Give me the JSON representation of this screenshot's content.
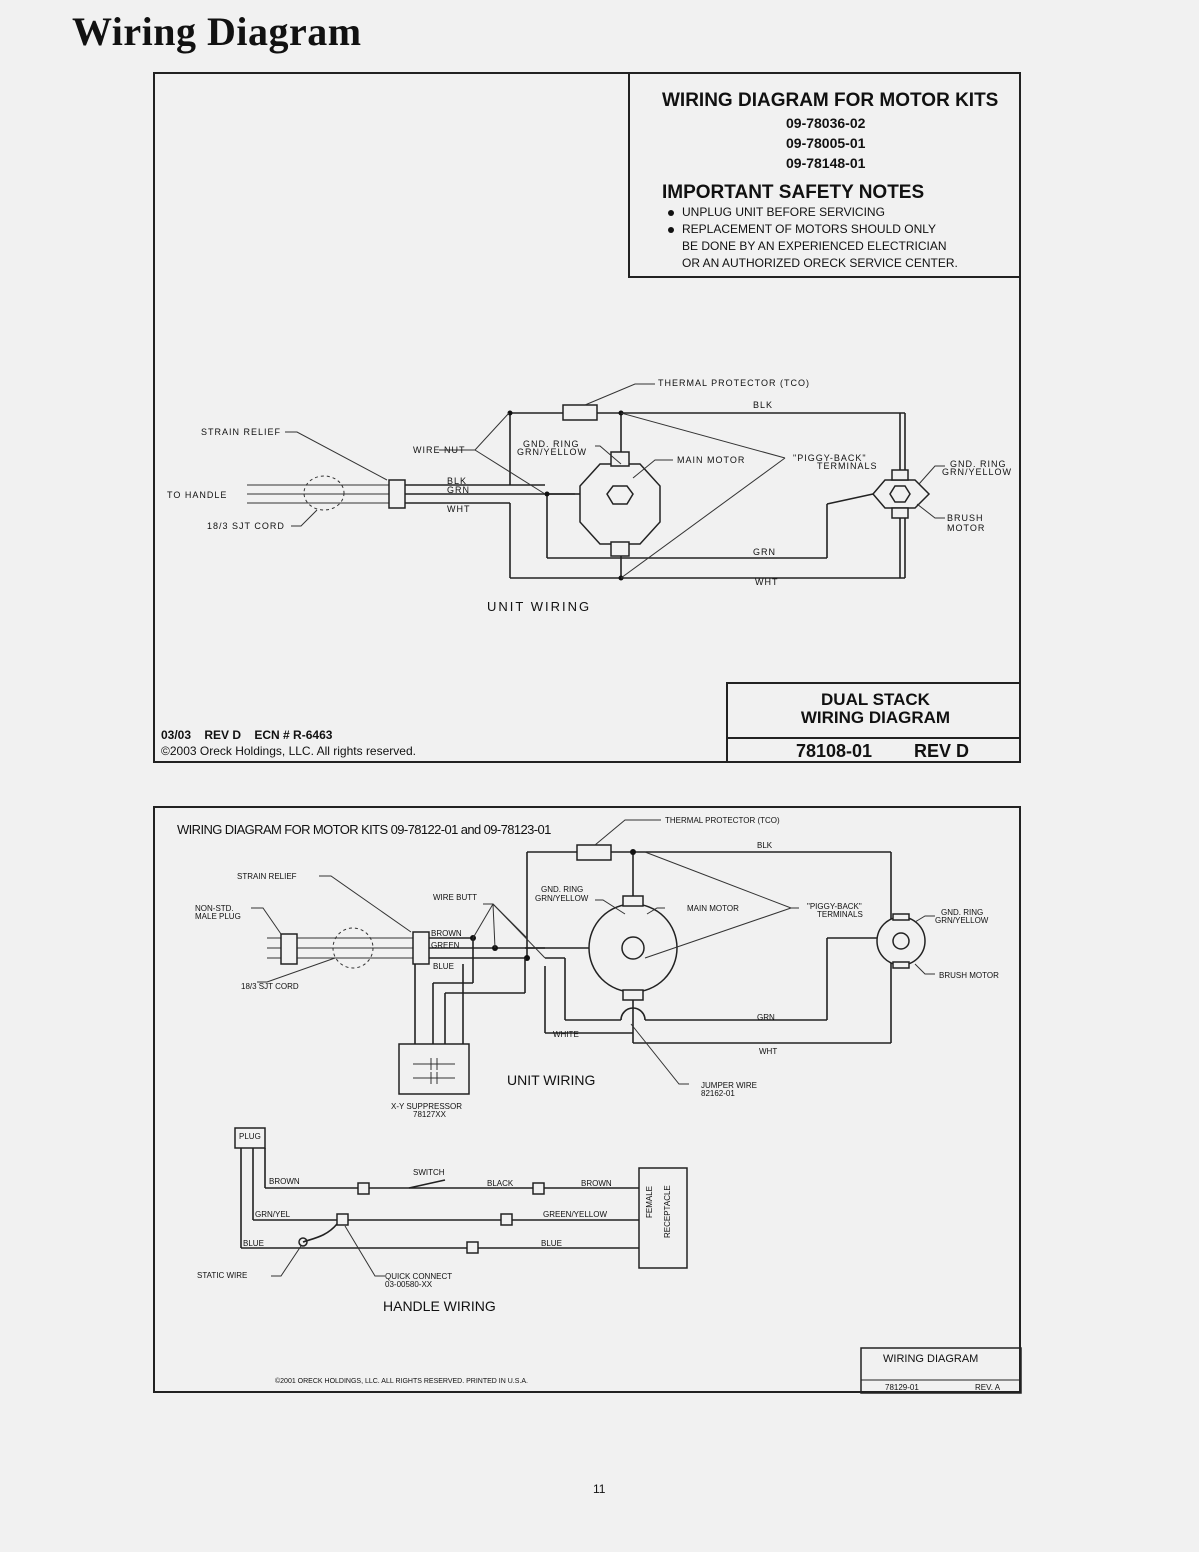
{
  "page_title": "Wiring Diagram",
  "page_number": "11",
  "diagram1": {
    "heading": "WIRING DIAGRAM FOR MOTOR KITS",
    "kits": [
      "09-78036-02",
      "09-78005-01",
      "09-78148-01"
    ],
    "safety_heading": "IMPORTANT SAFETY NOTES",
    "safety_notes": [
      "UNPLUG UNIT BEFORE SERVICING",
      "REPLACEMENT OF MOTORS SHOULD ONLY"
    ],
    "safety_note_cont": [
      "BE DONE BY AN EXPERIENCED ELECTRICIAN",
      "OR AN AUTHORIZED ORECK SERVICE CENTER."
    ],
    "labels": {
      "thermal": "THERMAL PROTECTOR (TCO)",
      "blk_top": "BLK",
      "strain": "STRAIN RELIEF",
      "wire_nut": "WIRE NUT",
      "gnd_ring": "GND. RING",
      "grn_yellow": "GRN/YELLOW",
      "main_motor": "MAIN MOTOR",
      "piggy": "\"PIGGY-BACK\"",
      "terminals": "TERMINALS",
      "gnd_ring2": "GND. RING",
      "grn_yellow2": "GRN/YELLOW",
      "to_handle": "TO HANDLE",
      "blk": "BLK",
      "grn": "GRN",
      "wht": "WHT",
      "cord": "18/3 SJT CORD",
      "brush_motor": "BRUSH MOTOR",
      "grn_bottom": "GRN",
      "wht_bottom": "WHT",
      "unit_wiring": "UNIT WIRING"
    },
    "footer_left": "03/03    REV D    ECN # R-6463",
    "copyright": "©2003 Oreck Holdings, LLC. All rights reserved.",
    "title_block_line1": "DUAL STACK",
    "title_block_line2": "WIRING DIAGRAM",
    "part_number": "78108-01",
    "revision": "REV D"
  },
  "diagram2": {
    "heading": "WIRING DIAGRAM FOR MOTOR KITS 09-78122-01 and 09-78123-01",
    "labels": {
      "thermal": "THERMAL PROTECTOR (TCO)",
      "blk": "BLK",
      "strain": "STRAIN RELIEF",
      "wire_butt": "WIRE BUTT",
      "gnd_ring": "GND. RING",
      "grn_yellow": "GRN/YELLOW",
      "main_motor": "MAIN MOTOR",
      "piggy": "\"PIGGY-BACK\"",
      "terminals": "TERMINALS",
      "gnd_ring2": "GND. RING",
      "grn_yellow2": "GRN/YELLOW",
      "non_std": "NON-STD.",
      "male_plug": "MALE PLUG",
      "brown": "BROWN",
      "green": "GREEN",
      "blue": "BLUE",
      "cord": "18/3 SJT CORD",
      "brush_motor": "BRUSH MOTOR",
      "grn": "GRN",
      "white": "WHITE",
      "wht": "WHT",
      "unit_wiring": "UNIT WIRING",
      "jumper": "JUMPER WIRE",
      "jumper_no": "82162-01",
      "suppressor": "X-Y SUPPRESSOR",
      "suppressor_no": "78127XX",
      "plug": "PLUG",
      "h_brown": "BROWN",
      "switch": "SWITCH",
      "black": "BLACK",
      "h_brown2": "BROWN",
      "grn_yel": "GRN/YEL",
      "green_yellow": "GREEN/YELLOW",
      "h_blue": "BLUE",
      "h_blue2": "BLUE",
      "female": "FEMALE",
      "receptacle": "RECEPTACLE",
      "static_wire": "STATIC WIRE",
      "quick_connect": "QUICK CONNECT",
      "quick_connect_no": "03-00580-XX",
      "handle_wiring": "HANDLE WIRING"
    },
    "copyright": "©2001 ORECK HOLDINGS, LLC. ALL RIGHTS RESERVED. PRINTED IN U.S.A.",
    "title_block": "WIRING DIAGRAM",
    "part_number": "78129-01",
    "revision": "REV. A"
  }
}
